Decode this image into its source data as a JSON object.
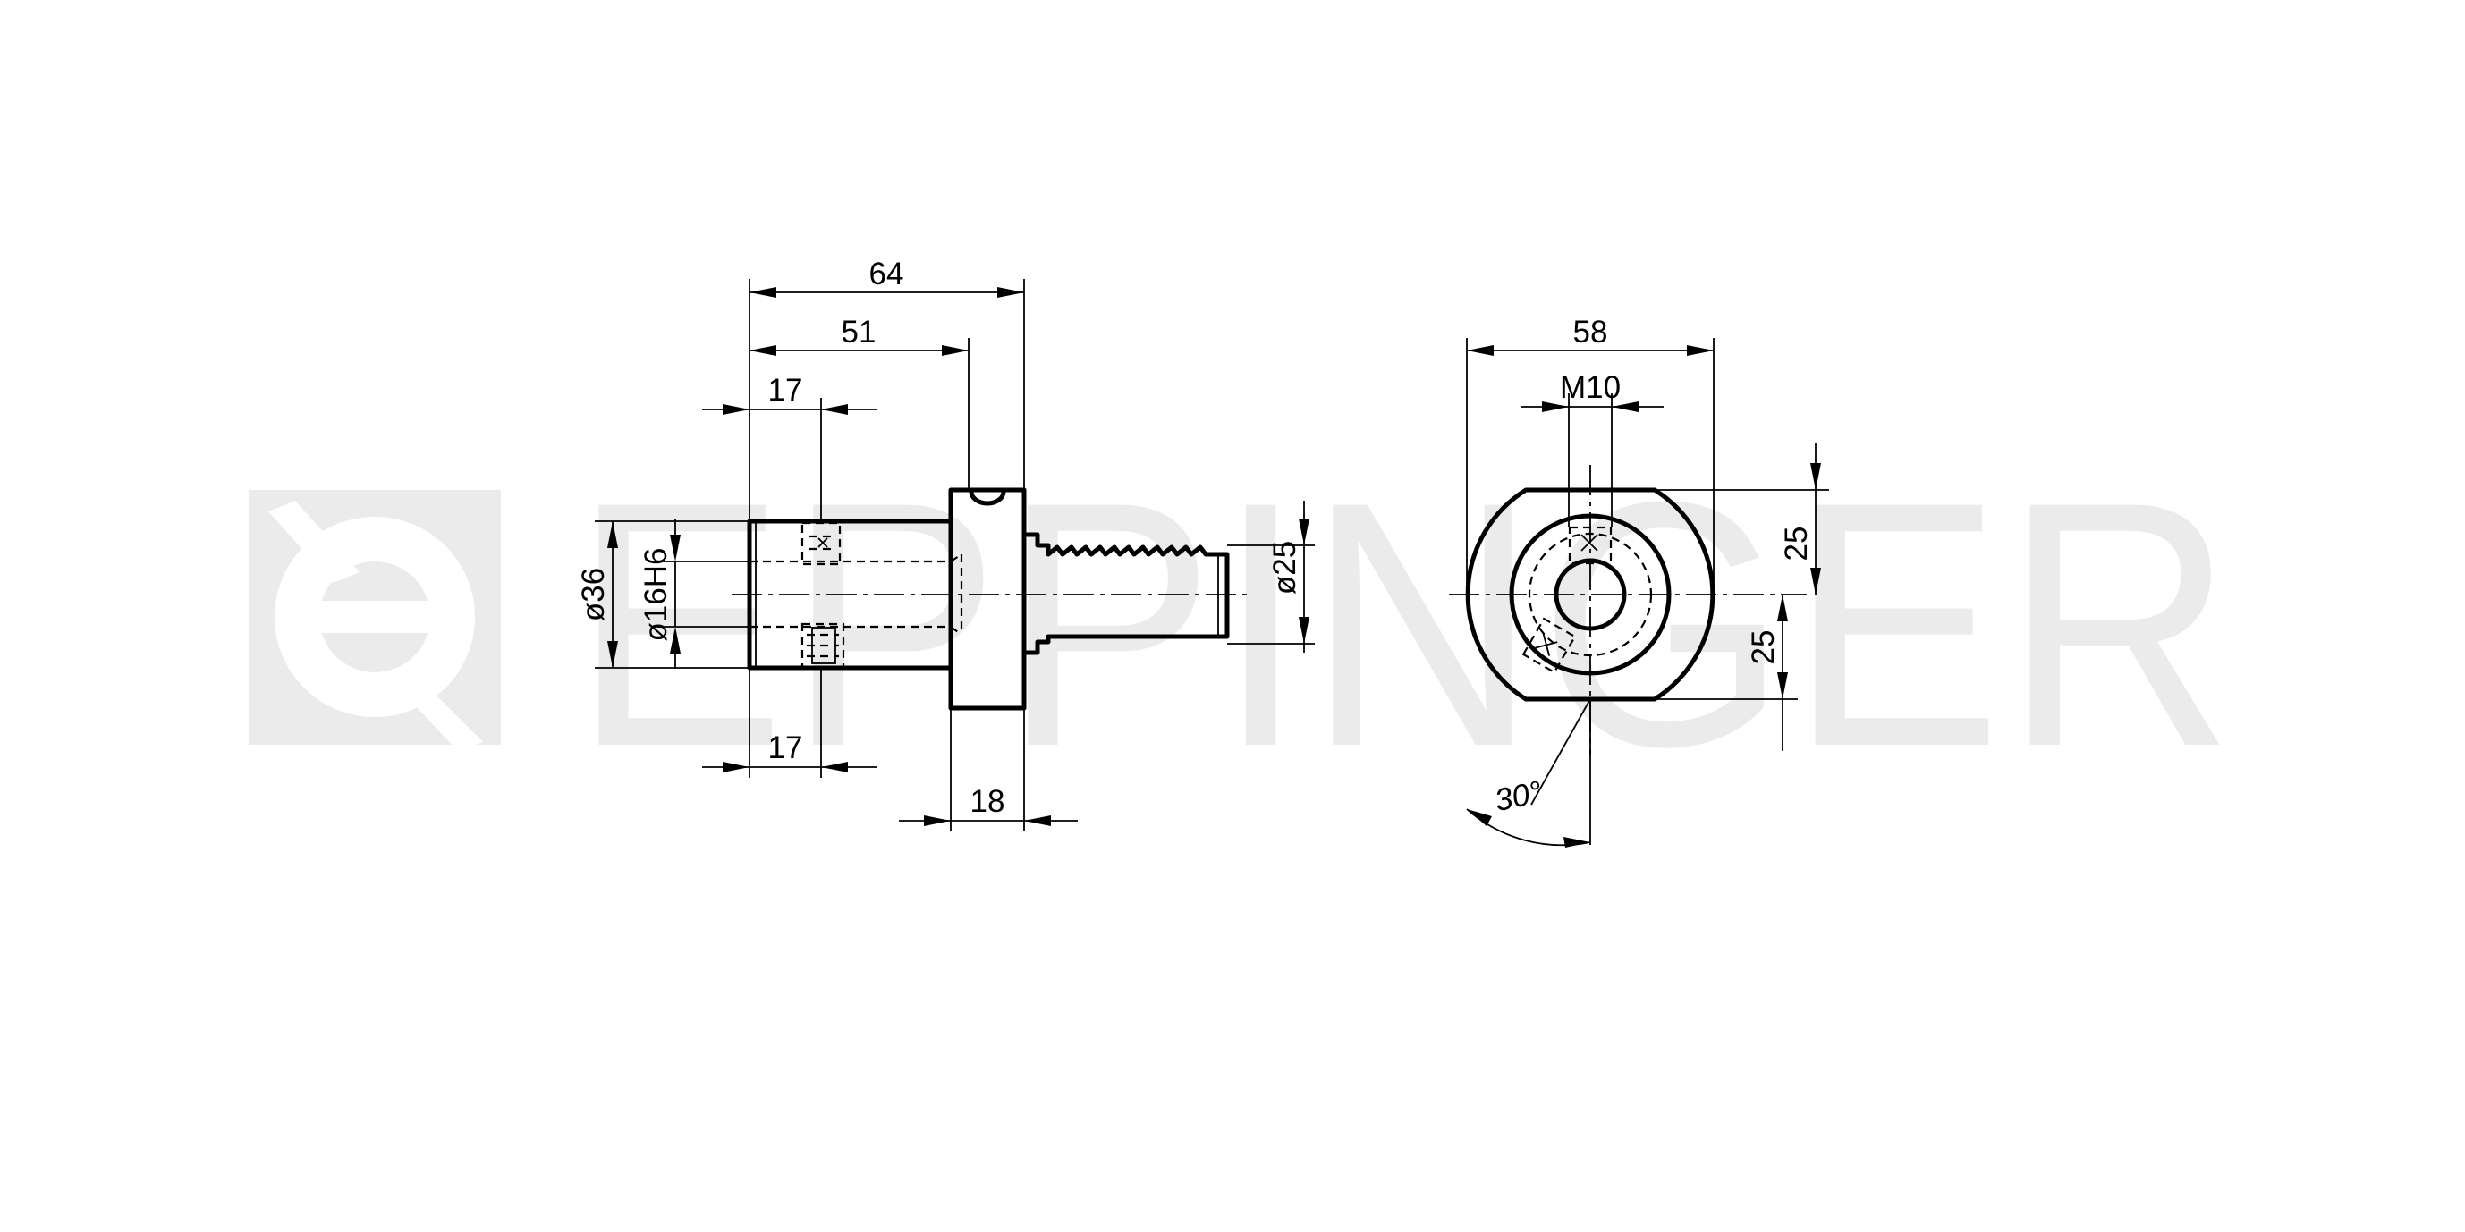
{
  "watermark": {
    "brand": "EPPINGER"
  },
  "side_view": {
    "dims": {
      "overall_length": "64",
      "body_length": "51",
      "screw_offset_top": "17",
      "screw_offset_bottom": "17",
      "body_diameter": "ø36",
      "bore_diameter": "ø16H6",
      "shank_diameter": "ø25",
      "flange_width": "18"
    }
  },
  "front_view": {
    "dims": {
      "width": "58",
      "thread": "M10",
      "upper_height": "25",
      "lower_height": "25",
      "angle": "30°"
    }
  }
}
